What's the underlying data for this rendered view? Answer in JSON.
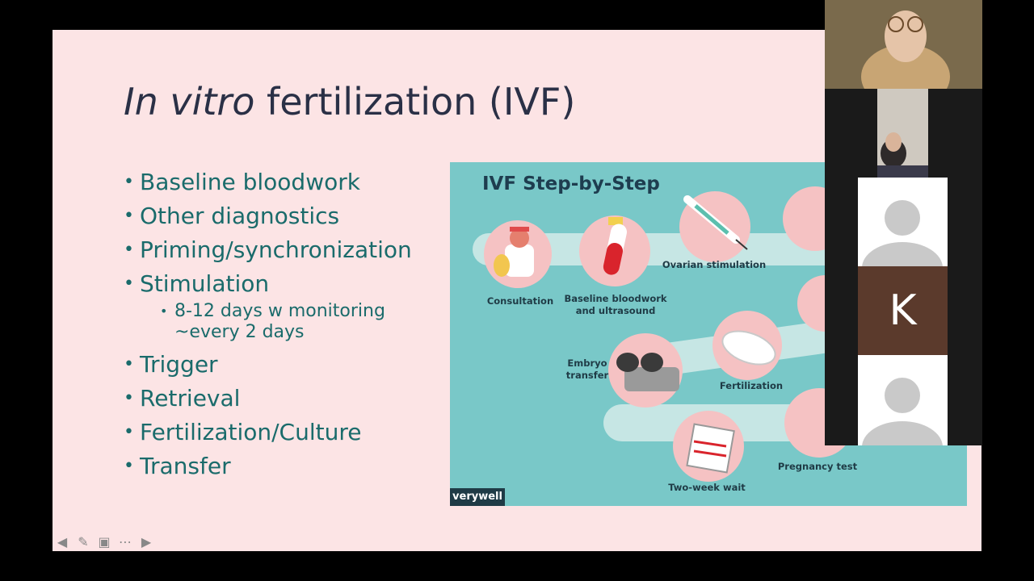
{
  "slide": {
    "title_italic": "In vitro",
    "title_rest": " fertilization (IVF)",
    "bullets": [
      "Baseline bloodwork",
      "Other diagnostics",
      "Priming/synchronization",
      "Stimulation"
    ],
    "sub_bullet": "8-12 days w monitoring ~every 2 days",
    "bullets_after": [
      "Trigger",
      "Retrieval",
      "Fertilization/Culture",
      "Transfer"
    ]
  },
  "infographic": {
    "title": "IVF Step-by-Step",
    "labels": {
      "consultation": "Consultation",
      "baseline": "Baseline bloodwork and ultrasound",
      "ovarian": "Ovarian stimulation",
      "embryo": "Embryo transfer",
      "fertilization": "Fertilization",
      "two_week": "Two-week wait",
      "pregnancy": "Pregnancy test"
    },
    "brand": "verywell"
  },
  "participants": {
    "k_initial": "K"
  },
  "colors": {
    "slide_bg": "#fce4e5",
    "title": "#2a3046",
    "bullet": "#1a6b6b",
    "info_bg": "#79c8c8",
    "step_circle": "#f5c2c3",
    "k_tile": "#5b3a2c"
  },
  "icons": [
    "arrow-left-icon",
    "pen-icon",
    "slides-icon",
    "more-icon",
    "arrow-right-icon",
    "person-avatar-icon"
  ]
}
